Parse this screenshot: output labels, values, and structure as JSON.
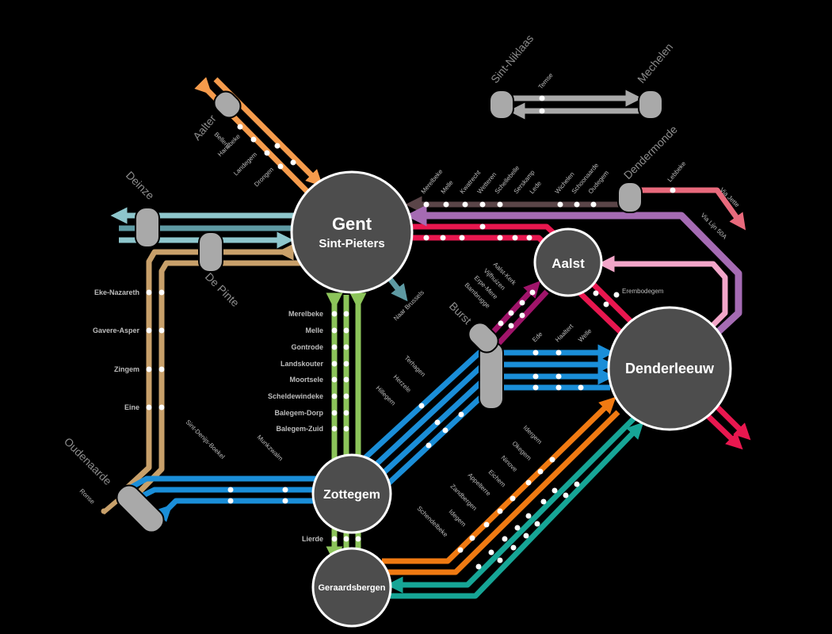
{
  "map": {
    "colors": {
      "orange": "#f59b4c",
      "lightblue": "#8ec6cc",
      "teal": "#5e9aa3",
      "tan": "#c8a06a",
      "blue": "#1a8ed8",
      "green": "#8cc45a",
      "red": "#e8174f",
      "magenta": "#a0146a",
      "darkbrown": "#5a4548",
      "purple": "#a56bb3",
      "pink": "#f2a6c9",
      "coral": "#e86a7c",
      "deeporange": "#f07a12",
      "seagreen": "#16a596",
      "grey": "#a9a9a9",
      "hub": "#4d4d4d"
    },
    "hubs": {
      "gent_line1": "Gent",
      "gent_line2": "Sint-Pieters",
      "aalst": "Aalst",
      "denderleeuw": "Denderleeuw",
      "zottegem": "Zottegem",
      "geraardsbergen": "Geraardsbergen"
    },
    "terminals": {
      "aalter": "Aalter",
      "deinze": "Deinze",
      "de_pinte": "De Pinte",
      "oudenaarde": "Oudenaarde",
      "burst": "Burst",
      "dendermonde": "Dendermonde",
      "sint_niklaas": "Sint-Niklaas",
      "mechelen": "Mechelen"
    },
    "stations": {
      "bellem": "Bellem",
      "hansbeke": "Hansbeke",
      "landegem": "Landegem",
      "drongen": "Drongen",
      "eke_nazareth": "Eke-Nazareth",
      "gavere_asper": "Gavere-Asper",
      "zingem": "Zingem",
      "eine": "Eine",
      "ronse": "Ronse",
      "merelbeke": "Merelbeke",
      "melle": "Melle",
      "gontrode": "Gontrode",
      "landskouter": "Landskouter",
      "moortsele": "Moortsele",
      "scheldewindeke": "Scheldewindeke",
      "balegem_dorp": "Balegem-Dorp",
      "balegem_zuid": "Balegem-Zuid",
      "lierde": "Lierde",
      "sint_denijs_boekel": "Sint-Denijs-Boekel",
      "munkzwalm": "Munkzwalm",
      "terhagen": "Terhagen",
      "herzele": "Herzele",
      "hillegem": "Hillegem",
      "ede": "Ede",
      "haaltert": "Haaltert",
      "welle": "Welle",
      "erembodegem": "Erembodegem",
      "aalst_kerk": "Aalst-Kerk",
      "vijfhuizen": "Vijfhuizen",
      "erpe_mere": "Erpe-Mere",
      "bambrugge": "Bambrugge",
      "merelbeke_n": "Merelbeke",
      "melle_n": "Melle",
      "kwatrecht": "Kwatrecht",
      "wetteren": "Wetteren",
      "schellebelle": "Schellebelle",
      "serskamp": "Serskamp",
      "lede": "Lede",
      "wichelen": "Wichelen",
      "schoonaarde": "Schoonaarde",
      "oudegem": "Oudegem",
      "lebbeke": "Lebbeke",
      "temse": "Temse",
      "idergem": "Idergem",
      "okegem": "Okegem",
      "ninove": "Ninove",
      "eichem": "Eichem",
      "appelterre": "Appelterre",
      "zandbergen": "Zandbergen",
      "idegem": "Idegem",
      "schendelbeke": "Schendelbeke"
    },
    "notes": {
      "naar_brussels": "Naar Brussels",
      "via_jette": "Via Jette",
      "via_lijn50a": "Via Lijn 50A"
    }
  }
}
